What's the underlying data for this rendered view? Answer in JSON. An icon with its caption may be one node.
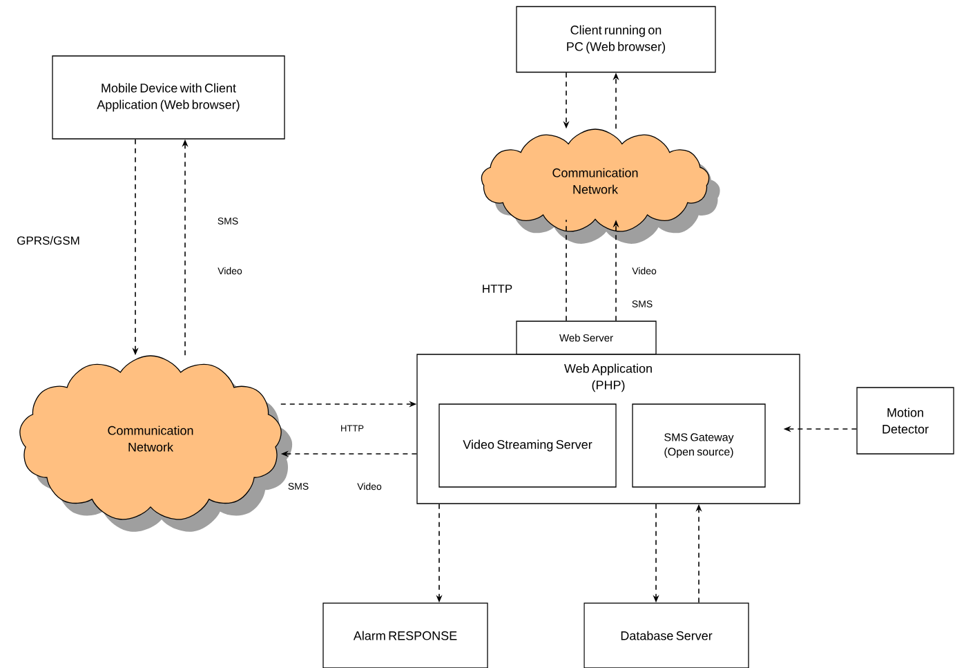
{
  "diagram": {
    "nodes": [
      {
        "text": [
          "Client running on PC (Web browser)"
        ]
      },
      {
        "text": [
          "Mobile Device with Client Application (Web browser)"
        ]
      },
      {
        "text": [
          "Communication Network"
        ]
      },
      {
        "text": [
          "Web Server"
        ]
      },
      {
        "text": [
          "Web Application (PHP)"
        ]
      },
      {
        "text": [
          "Video Streaming Server"
        ],
        "in": 4
      },
      {
        "text": [
          "SMS Gateway (Open source)"
        ],
        "in": 4
      },
      {
        "text": [
          "Motion Detector"
        ]
      },
      {
        "text": [
          "Communication Network"
        ]
      },
      {
        "text": [
          "Alarm RESPONSE"
        ]
      },
      {
        "text": [
          "Database Server"
        ]
      }
    ],
    "edges": [
      {
        "from": 0,
        "to": 2,
        "arrow": "to",
        "style": "dashed"
      },
      {
        "from": 2,
        "to": 0,
        "arrow": "to",
        "style": "dashed"
      },
      {
        "from": 1,
        "to": 8,
        "arrow": "to",
        "style": "dashed"
      },
      {
        "from": 8,
        "to": 1,
        "arrow": "to",
        "style": "dashed"
      },
      {
        "from": 3,
        "to": 2,
        "arrow": "none",
        "style": "dashed"
      },
      {
        "from": 3,
        "to": 2,
        "arrow": "to",
        "style": "dashed"
      },
      {
        "from": 8,
        "to": 4,
        "arrow": "to",
        "style": "dashed"
      },
      {
        "from": 4,
        "to": 8,
        "arrow": "to",
        "style": "dashed"
      },
      {
        "from": 4,
        "to": 9,
        "arrow": "to",
        "style": "dashed"
      },
      {
        "from": 4,
        "to": 10,
        "arrow": "to",
        "style": "dashed"
      },
      {
        "from": 10,
        "to": 4,
        "arrow": "to",
        "style": "dashed"
      },
      {
        "from": 7,
        "to": 6,
        "arrow": "to",
        "style": "dashed"
      }
    ],
    "labels": [
      "SMS",
      "GPRS/GSM",
      "Video",
      "Video",
      "HTTP",
      "SMS",
      "HTTP",
      "SMS",
      "Video"
    ]
  }
}
